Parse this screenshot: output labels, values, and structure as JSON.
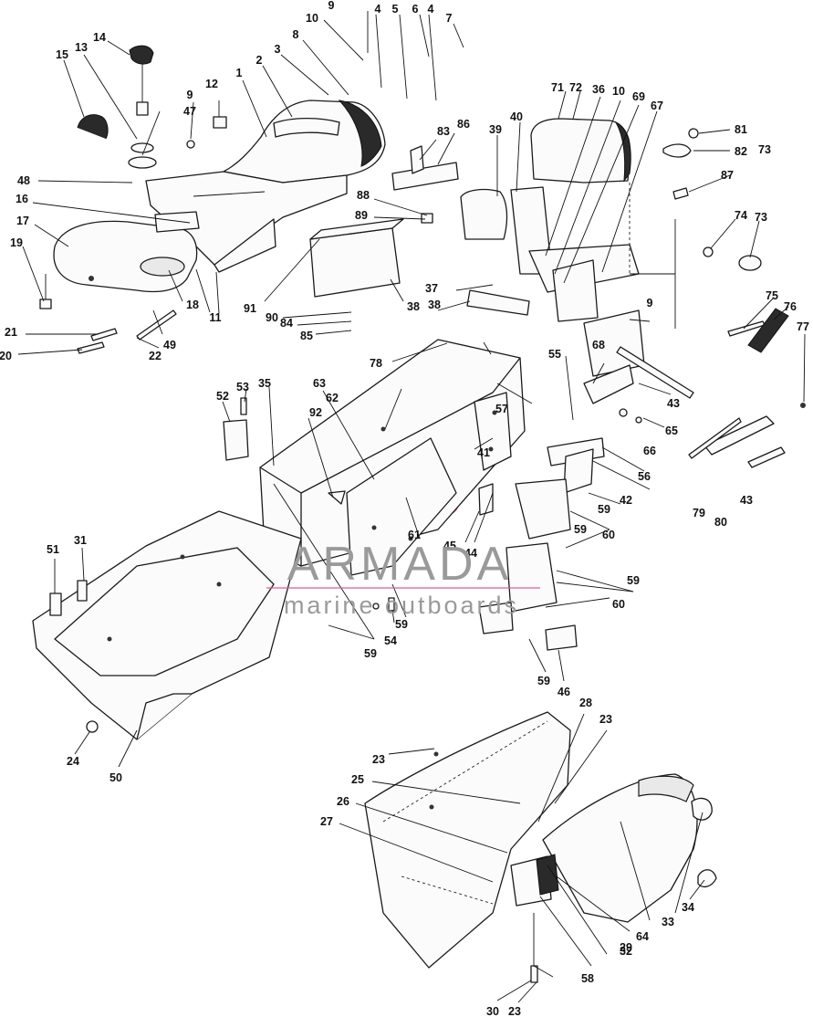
{
  "watermark": {
    "brand": "ARMADA",
    "tagline": "marine outboards",
    "logo_color": "#e0559a",
    "text_color": "#9a9a9a"
  },
  "callouts": [
    {
      "text": "1"
    },
    {
      "text": "2"
    },
    {
      "text": "3"
    },
    {
      "text": "4"
    },
    {
      "text": "4"
    },
    {
      "text": "5"
    },
    {
      "text": "6"
    },
    {
      "text": "7"
    },
    {
      "text": "8"
    },
    {
      "text": "9"
    },
    {
      "text": "9"
    },
    {
      "text": "9"
    },
    {
      "text": "10"
    },
    {
      "text": "10"
    },
    {
      "text": "11"
    },
    {
      "text": "12"
    },
    {
      "text": "13"
    },
    {
      "text": "14"
    },
    {
      "text": "15"
    },
    {
      "text": "16"
    },
    {
      "text": "17"
    },
    {
      "text": "18"
    },
    {
      "text": "19"
    },
    {
      "text": "20"
    },
    {
      "text": "21"
    },
    {
      "text": "22"
    },
    {
      "text": "23"
    },
    {
      "text": "23"
    },
    {
      "text": "23"
    },
    {
      "text": "24"
    },
    {
      "text": "25"
    },
    {
      "text": "26"
    },
    {
      "text": "27"
    },
    {
      "text": "28"
    },
    {
      "text": "29"
    },
    {
      "text": "30"
    },
    {
      "text": "31"
    },
    {
      "text": "32"
    },
    {
      "text": "33"
    },
    {
      "text": "34"
    },
    {
      "text": "35"
    },
    {
      "text": "36"
    },
    {
      "text": "37"
    },
    {
      "text": "38"
    },
    {
      "text": "38"
    },
    {
      "text": "39"
    },
    {
      "text": "40"
    },
    {
      "text": "41"
    },
    {
      "text": "42"
    },
    {
      "text": "43"
    },
    {
      "text": "43"
    },
    {
      "text": "44"
    },
    {
      "text": "45"
    },
    {
      "text": "46"
    },
    {
      "text": "47"
    },
    {
      "text": "48"
    },
    {
      "text": "49"
    },
    {
      "text": "50"
    },
    {
      "text": "51"
    },
    {
      "text": "52"
    },
    {
      "text": "53"
    },
    {
      "text": "54"
    },
    {
      "text": "55"
    },
    {
      "text": "56"
    },
    {
      "text": "57"
    },
    {
      "text": "58"
    },
    {
      "text": "59"
    },
    {
      "text": "59"
    },
    {
      "text": "59"
    },
    {
      "text": "59"
    },
    {
      "text": "59"
    },
    {
      "text": "59"
    },
    {
      "text": "60"
    },
    {
      "text": "60"
    },
    {
      "text": "61"
    },
    {
      "text": "62"
    },
    {
      "text": "63"
    },
    {
      "text": "64"
    },
    {
      "text": "65"
    },
    {
      "text": "66"
    },
    {
      "text": "67"
    },
    {
      "text": "68"
    },
    {
      "text": "69"
    },
    {
      "text": "71"
    },
    {
      "text": "72"
    },
    {
      "text": "73"
    },
    {
      "text": "73"
    },
    {
      "text": "74"
    },
    {
      "text": "75"
    },
    {
      "text": "76"
    },
    {
      "text": "77"
    },
    {
      "text": "78"
    },
    {
      "text": "79"
    },
    {
      "text": "80"
    },
    {
      "text": "81"
    },
    {
      "text": "82"
    },
    {
      "text": "83"
    },
    {
      "text": "84"
    },
    {
      "text": "85"
    },
    {
      "text": "86"
    },
    {
      "text": "87"
    },
    {
      "text": "88"
    },
    {
      "text": "89"
    },
    {
      "text": "90"
    },
    {
      "text": "91"
    },
    {
      "text": "92"
    }
  ]
}
